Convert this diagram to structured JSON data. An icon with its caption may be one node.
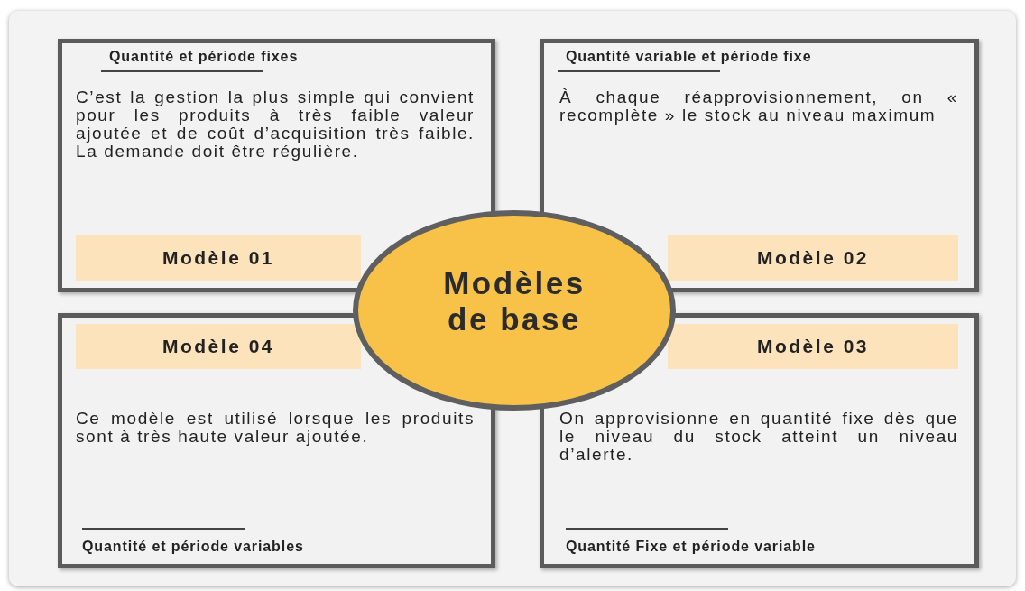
{
  "diagram": {
    "nodes": [
      {
        "text": [
          "Quantité et période fixes",
          "C’est la gestion la plus simple qui convient pour les produits à très faible valeur ajoutée et de coût d’acquisition très faible. La demande doit être régulière."
        ]
      },
      {
        "text": [
          "Modèle 01"
        ],
        "in": 0
      },
      {
        "text": [
          "Quantité variable et période fixe",
          "À chaque réapprovisionnement, on « recomplète » le stock au niveau maximum"
        ]
      },
      {
        "text": [
          "Modèle 02"
        ],
        "in": 2
      },
      {
        "text": [
          "Modèles de base"
        ]
      },
      {
        "text": [
          "Modèle 04"
        ],
        "in": 6
      },
      {
        "text": [
          "Ce modèle est utilisé lorsque les produits sont à très haute valeur ajoutée.",
          "Quantité et période variables"
        ]
      },
      {
        "text": [
          "Modèle 03"
        ],
        "in": 8
      },
      {
        "text": [
          "On approvisionne en quantité fixe dès que le niveau du stock atteint un niveau d’alerte.",
          "Quantité Fixe et période variable"
        ]
      }
    ],
    "edges": []
  }
}
